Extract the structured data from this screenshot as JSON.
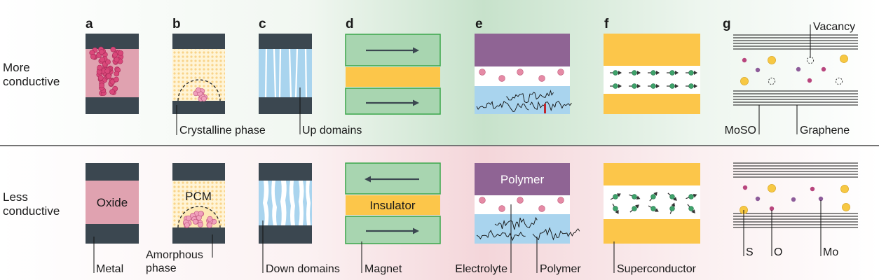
{
  "rows": {
    "top": "More\nconductive",
    "bottom": "Less\nconductive"
  },
  "panels": [
    "a",
    "b",
    "c",
    "d",
    "e",
    "f",
    "g"
  ],
  "labels": {
    "crystalline_phase": "Crystalline phase",
    "up_domains": "Up domains",
    "vacancy": "Vacancy",
    "moso": "MoSO",
    "graphene": "Graphene",
    "oxide": "Oxide",
    "pcm": "PCM",
    "polymer_block": "Polymer",
    "insulator": "Insulator",
    "metal": "Metal",
    "amorphous_phase": "Amorphous\nphase",
    "down_domains": "Down domains",
    "magnet": "Magnet",
    "electrolyte": "Electrolyte",
    "polymer": "Polymer",
    "superconductor": "Superconductor",
    "s": "S",
    "o": "O",
    "mo": "Mo"
  },
  "colors": {
    "metal": "#3b4750",
    "oxide": "#e0a2b0",
    "pcm": "#fde8b5",
    "domain_blue": "#a9d4ee",
    "magnet": "#a8d5b0",
    "magnet_border": "#3aa64a",
    "insulator": "#fcc64a",
    "polymer": "#8f6494",
    "electrolyte": "#a9d4ee",
    "ion": "#e58aa5",
    "spin": "#3fa36b",
    "sulfur": "#f7c843",
    "oxygen": "#b8457d",
    "molybdenum": "#8d5c9a"
  }
}
